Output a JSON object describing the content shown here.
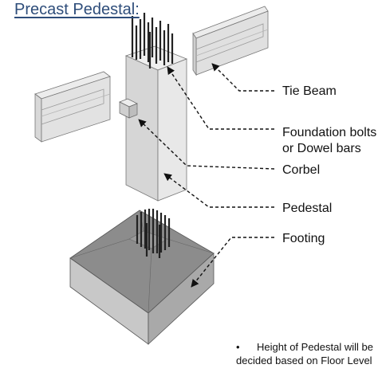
{
  "title": "Precast Pedestal:",
  "labels": {
    "tie_beam": "Tie Beam",
    "bolts_line1": "Foundation bolts",
    "bolts_line2": "or Dowel bars",
    "corbel": "Corbel",
    "pedestal": "Pedestal",
    "footing": "Footing"
  },
  "note": {
    "bullet": "•",
    "line1": "Height of Pedestal will be",
    "line2": "decided based on Floor Level"
  },
  "colors": {
    "title": "#2e4d7a",
    "concrete_light": "#e6e6e6",
    "concrete_mid": "#c9c9c9",
    "concrete_dark": "#9a9a9a",
    "footing_top": "#8c8c8c",
    "footing_front": "#c8c8c8",
    "footing_side": "#a9a9a9",
    "rebar": "#222222",
    "leader": "#111111"
  }
}
